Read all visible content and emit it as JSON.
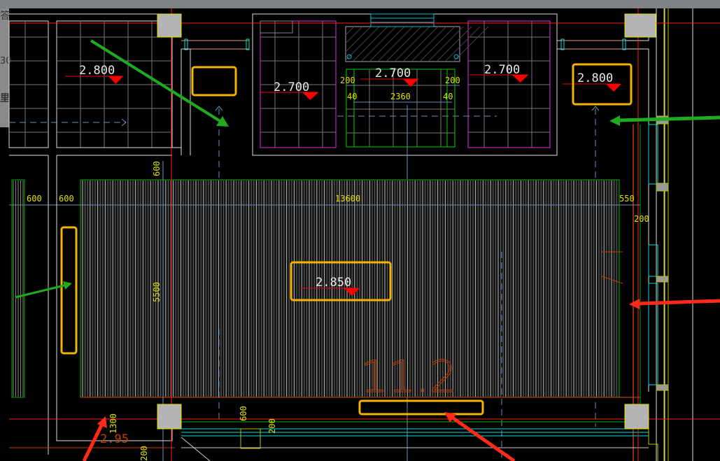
{
  "panel_fragments": {
    "top": "答",
    "mid": "30",
    "low": "里"
  },
  "levels": {
    "left_room": "2.800",
    "top_left_room": "2.700",
    "top_center_room": "2.700",
    "top_right_room": "2.700",
    "right_room": "2.800",
    "main_hall": "2.850"
  },
  "dimensions": {
    "d200_left": "200",
    "d40_left": "40",
    "d2360": "2360",
    "d200_right": "200",
    "d40_right": "40",
    "d600_a": "600",
    "d600_b": "600",
    "d13600": "13600",
    "d550": "550",
    "d200_side": "200",
    "d600_vert": "600",
    "d5500": "5500",
    "d600_bottom": "600",
    "d1300": "1300",
    "d200_bottom_a": "200",
    "d200_bottom_b": "200"
  },
  "annotations": {
    "area": "11.2",
    "bottom_level": "2.95"
  },
  "colors": {
    "highlight": "#f5b400",
    "arrow_green": "#1faa1f",
    "arrow_red": "#ff2a1a",
    "level_marker": "#ff0000"
  }
}
